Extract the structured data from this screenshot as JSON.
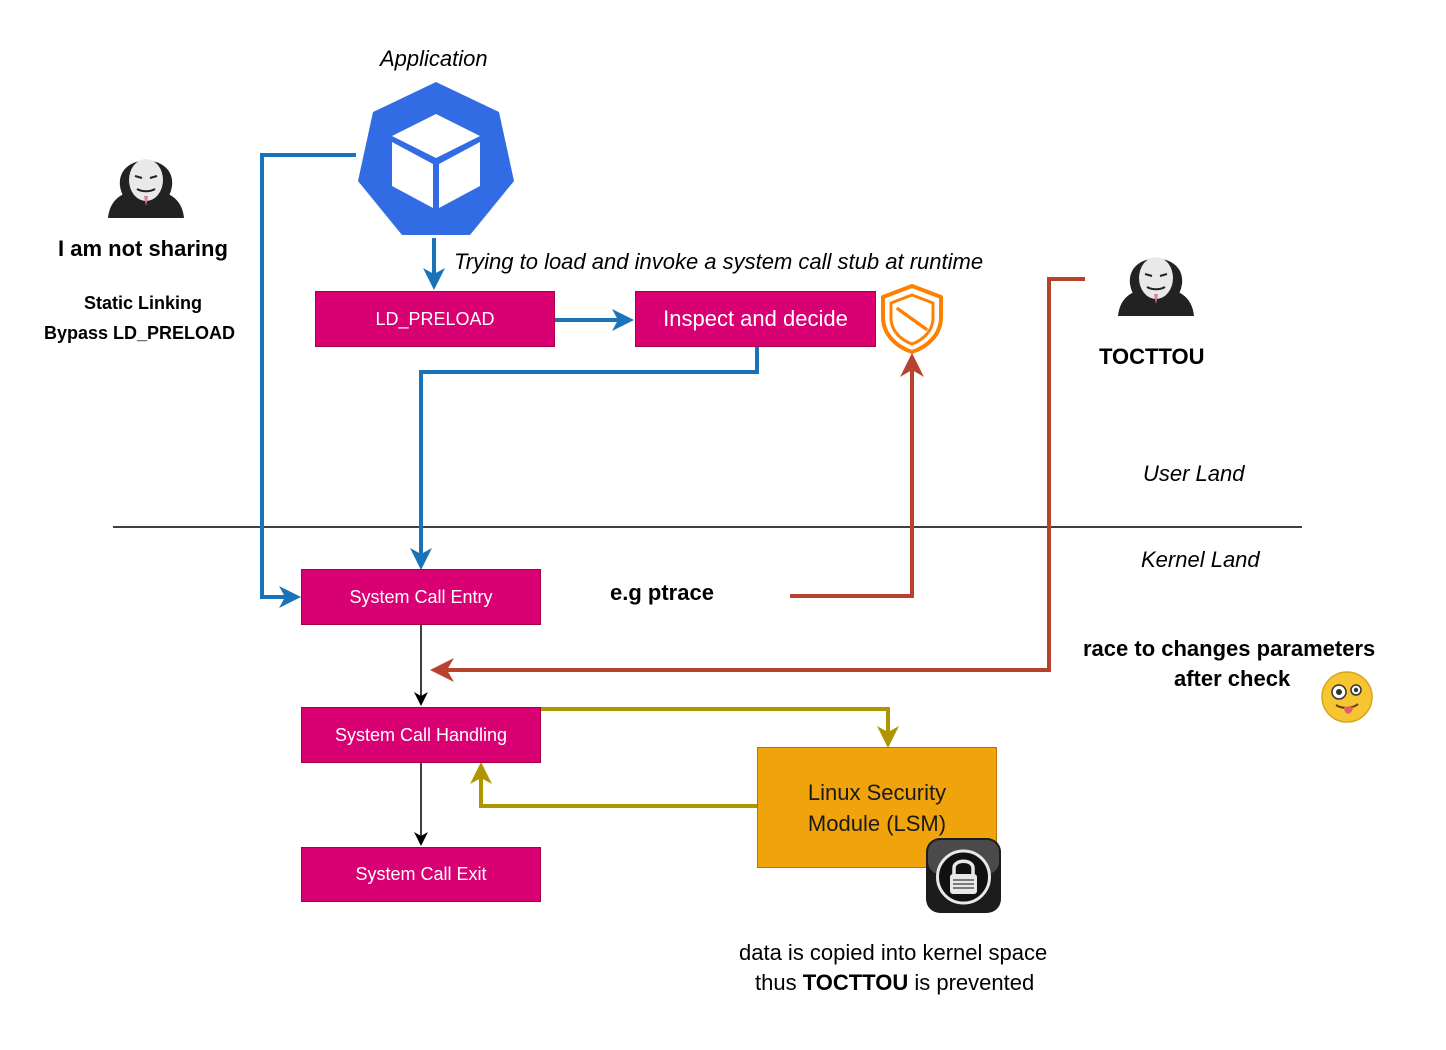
{
  "application": {
    "label": "Application",
    "icon": "kubernetes-pod-icon"
  },
  "annotation_runtime": "Trying to load and invoke a system call stub at runtime",
  "attacker_left": {
    "icon": "anonymous-hacker-icon",
    "title": "I am not sharing",
    "line1": "Static Linking",
    "line2": "Bypass LD_PRELOAD"
  },
  "attacker_right": {
    "icon": "anonymous-hacker-icon",
    "title": "TOCTTOU"
  },
  "boxes": {
    "ld_preload": "LD_PRELOAD",
    "inspect": "Inspect and decide",
    "syscall_entry": "System Call Entry",
    "syscall_handling": "System Call Handling",
    "syscall_exit": "System Call Exit",
    "lsm_line1": "Linux Security",
    "lsm_line2": "Module (LSM)"
  },
  "regions": {
    "user": "User Land",
    "kernel": "Kernel Land"
  },
  "ptrace_label": "e.g ptrace",
  "race": {
    "line1": "race to changes parameters",
    "line2": "after check",
    "icon": "crazy-face-emoji-icon"
  },
  "note": {
    "line1": "data is copied into kernel space",
    "line2_prefix": "thus ",
    "line2_bold": "TOCTTOU",
    "line2_suffix": " is prevented"
  },
  "shield_icon": "shield-icon",
  "lock_icon": "padlock-icon",
  "colors": {
    "box_fill": "#d80073",
    "box_border": "#a50040",
    "lsm_fill": "#f0a30a",
    "blue_arrow": "#1a73b8",
    "red_arrow": "#b7432f",
    "olive_arrow": "#b09500",
    "shield": "#ff8000",
    "app_icon": "#326ce5"
  }
}
